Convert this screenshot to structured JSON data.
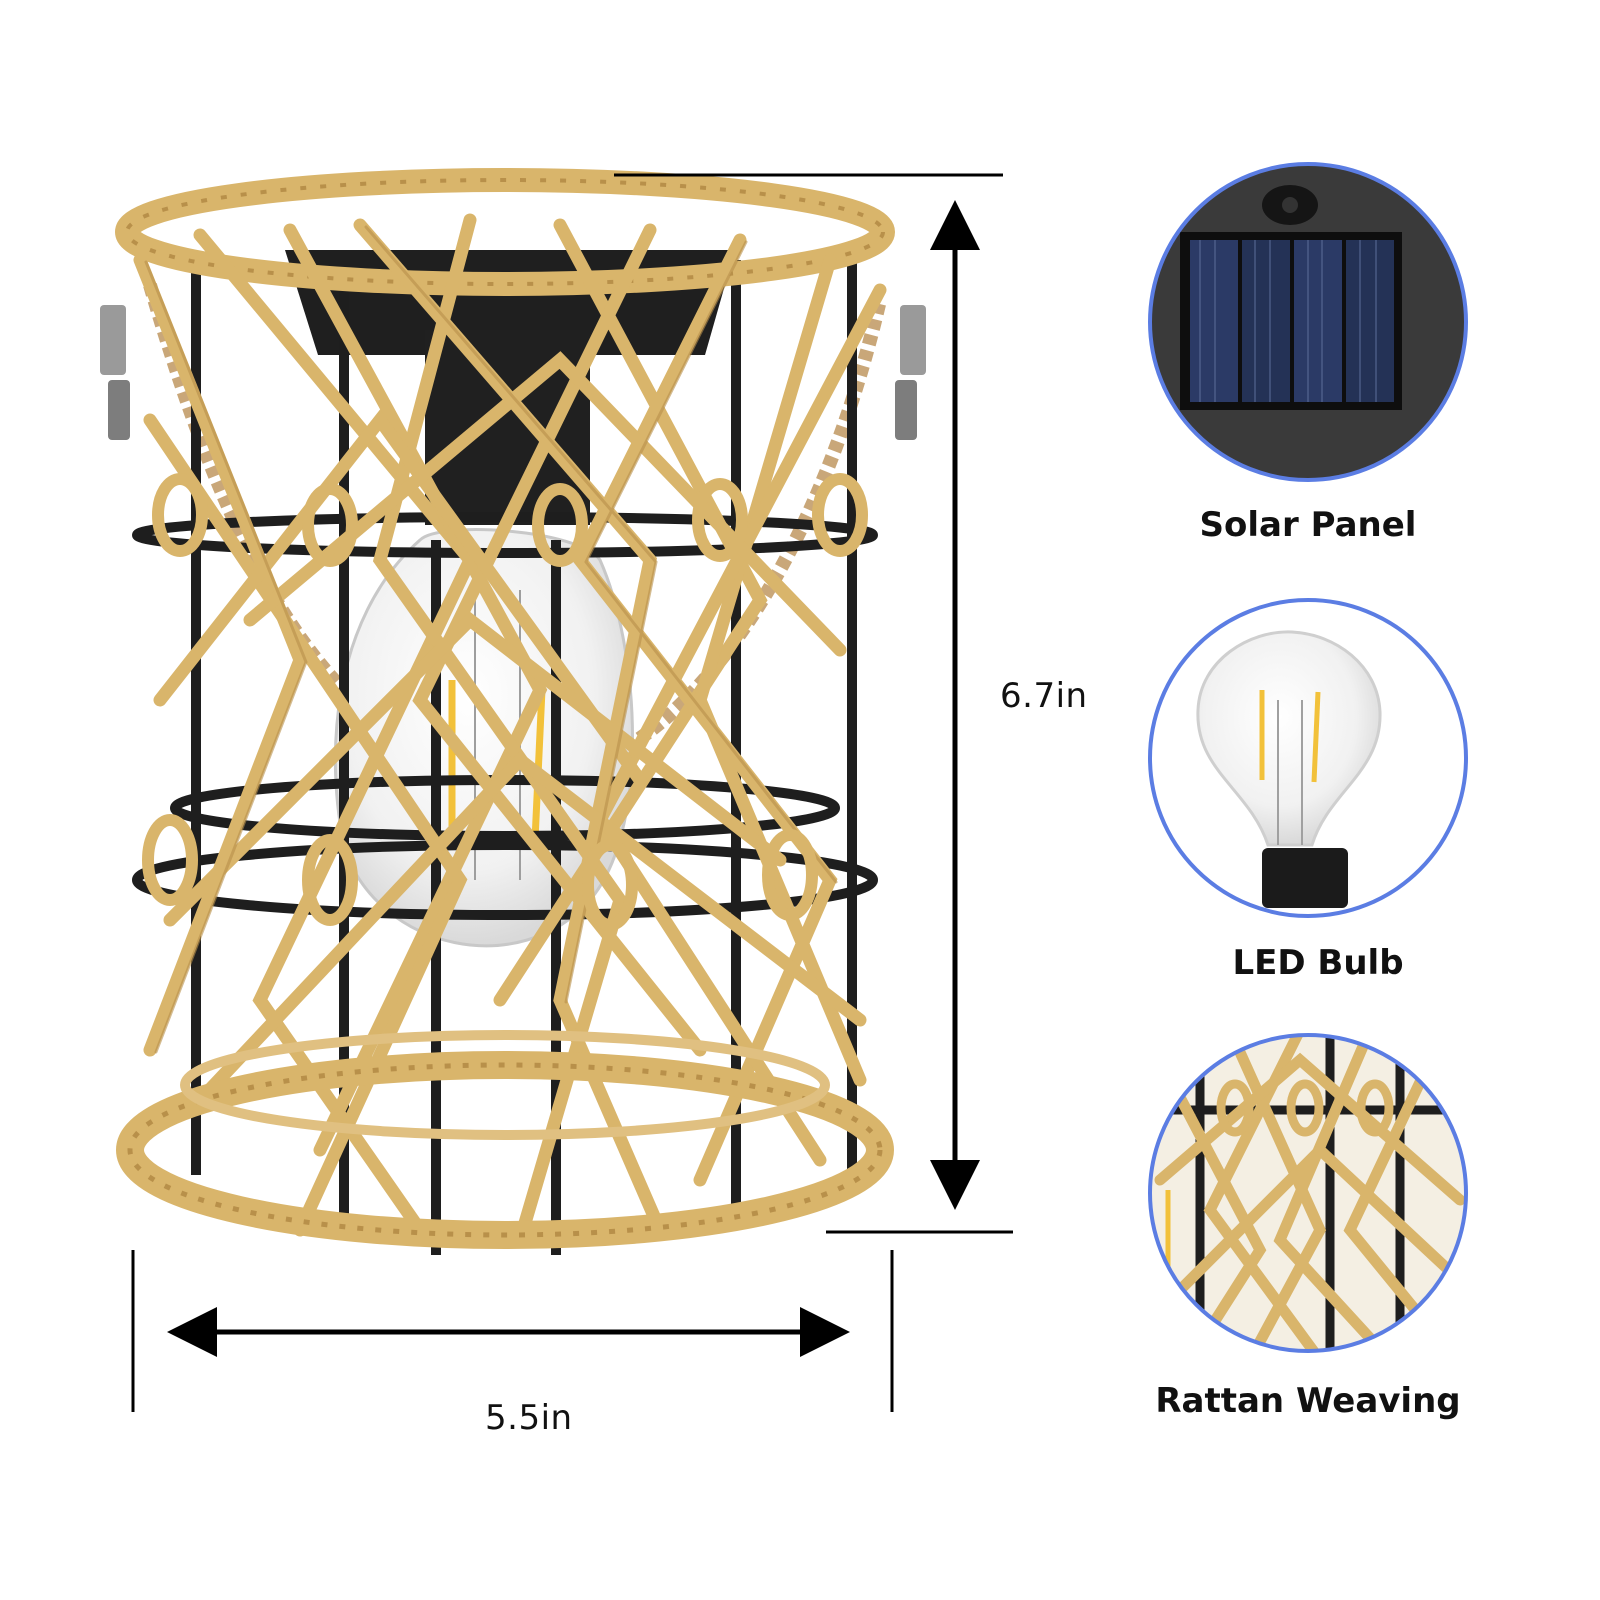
{
  "dimensions": {
    "height_label": "6.7in",
    "width_label": "5.5in"
  },
  "features": [
    {
      "caption": "Solar Panel",
      "icon": "solar-panel-icon"
    },
    {
      "caption": "LED Bulb",
      "icon": "led-bulb-icon"
    },
    {
      "caption": "Rattan Weaving",
      "icon": "rattan-weave-icon"
    }
  ],
  "colors": {
    "rattan": "#d9b56b",
    "rattan_dark": "#b8904a",
    "metal": "#1e1e1e",
    "circle_border": "#5b7de3",
    "filament": "#f2c13a",
    "panel_blue": "#2b3a66"
  }
}
